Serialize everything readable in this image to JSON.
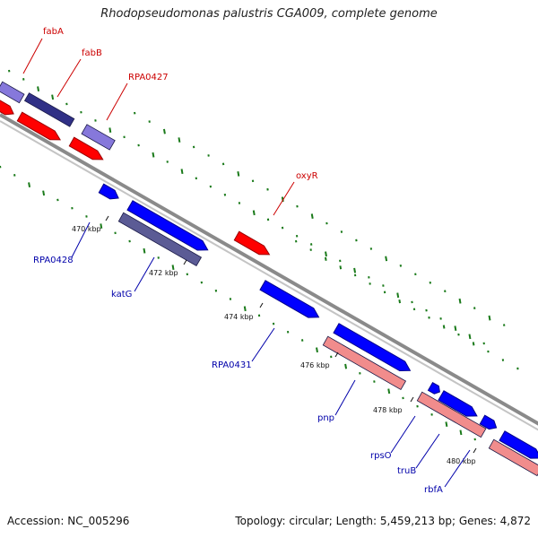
{
  "title": "Rhodopseudomonas palustris CGA009, complete genome",
  "accession": "Accession: NC_005296",
  "summary": "Topology: circular; Length: 5,459,213 bp; Genes: 4,872",
  "colors": {
    "backbone": "#8a8a8a",
    "forward_red": "#ff0000",
    "forward_pink": "#f08080",
    "reverse_blue": "#0000ff",
    "navy": "#1a1a7a",
    "slate": "#4a4a8a",
    "lavender": "#7a6ad8",
    "gc_tick": "#1a7a1a",
    "label_red": "#cc0000",
    "label_blue": "#0000aa"
  },
  "ticks": [
    {
      "label": "470 kbp"
    },
    {
      "label": "472 kbp"
    },
    {
      "label": "474 kbp"
    },
    {
      "label": "476 kbp"
    },
    {
      "label": "478 kbp"
    },
    {
      "label": "480 kbp"
    }
  ],
  "genes": [
    {
      "name": "fabA",
      "strand": "top",
      "color": "red"
    },
    {
      "name": "fabB",
      "strand": "top",
      "color": "red"
    },
    {
      "name": "RPA0427",
      "strand": "top",
      "color": "red"
    },
    {
      "name": "oxyR",
      "strand": "top",
      "color": "red"
    },
    {
      "name": "RPA0428",
      "strand": "bottom",
      "color": "blue"
    },
    {
      "name": "katG",
      "strand": "bottom",
      "color": "blue"
    },
    {
      "name": "RPA0431",
      "strand": "bottom",
      "color": "blue"
    },
    {
      "name": "pnp",
      "strand": "bottom",
      "color": "blue"
    },
    {
      "name": "rpsO",
      "strand": "bottom",
      "color": "blue"
    },
    {
      "name": "truB",
      "strand": "bottom",
      "color": "blue"
    },
    {
      "name": "rbfA",
      "strand": "bottom",
      "color": "blue"
    }
  ]
}
